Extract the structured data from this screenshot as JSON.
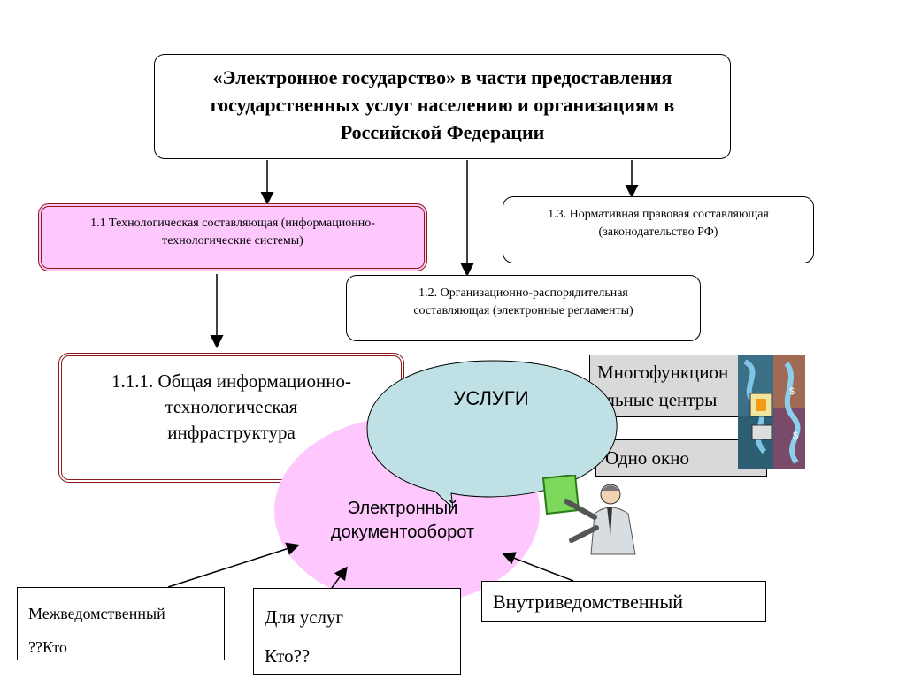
{
  "title": {
    "lines": [
      "«Электронное государство» в части предоставления",
      "государственных услуг населению и организациям в",
      "Российской Федерации"
    ]
  },
  "tech_component": {
    "lines": [
      "1.1 Технологическая составляющая (информационно-",
      "технологические системы)"
    ]
  },
  "normative_component": {
    "lines": [
      "1.3. Нормативная правовая составляющая",
      "(законодательство РФ)"
    ]
  },
  "org_component": {
    "lines": [
      "1.2. Организационно-распорядительная",
      "составляющая (электронные регламенты)"
    ]
  },
  "infrastructure": {
    "lines": [
      "1.1.1. Общая информационно-",
      "технологическая",
      "инфраструктура"
    ]
  },
  "services_ellipse": {
    "label": "УСЛУГИ"
  },
  "edo_ellipse": {
    "lines": [
      "Электронный",
      "документооборот"
    ]
  },
  "mfc": {
    "lines": [
      "Многофункцион",
      "альные центры"
    ]
  },
  "one_window": {
    "label": "Одно окно"
  },
  "interagency": {
    "lines": [
      "Межведомственный",
      "??Кто"
    ]
  },
  "for_services": {
    "lines": [
      "Для услуг",
      "Кто??"
    ]
  },
  "intra_agency": {
    "label": "Внутриведомственный"
  },
  "colors": {
    "tech_fill": "#fec8fe",
    "double_border": "#8b1a1a",
    "services_fill": "#bfe0e4",
    "edo_fill": "#fec8fe",
    "grey_box": "#d9d9d9"
  },
  "icons": [
    "collage-clipart-icon",
    "presenter-man-clipart-icon"
  ]
}
